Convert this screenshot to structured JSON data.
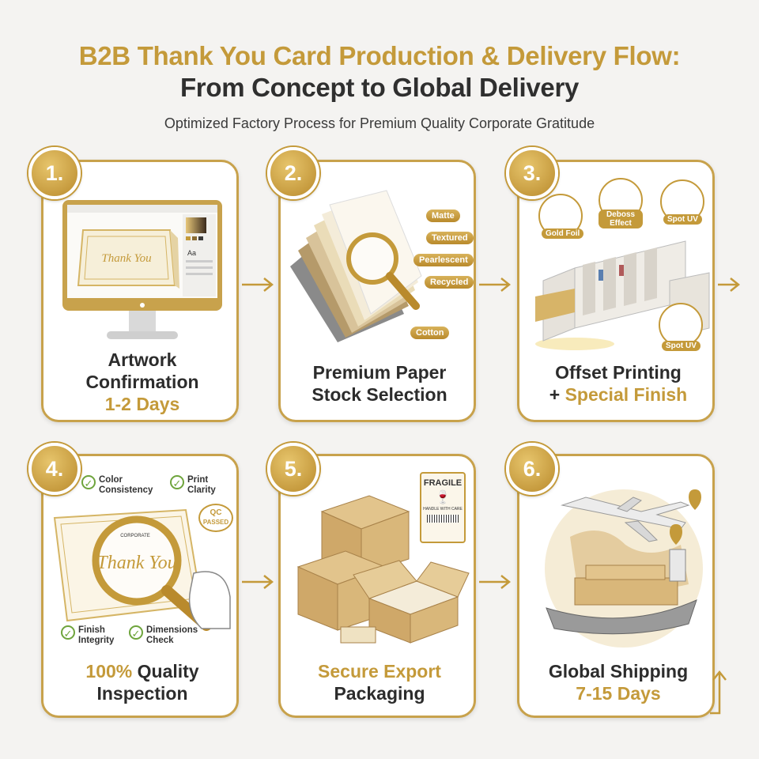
{
  "header": {
    "title_line1": "B2B Thank You Card Production & Delivery Flow:",
    "title_line2": "From Concept to Global Delivery",
    "subtitle": "Optimized Factory Process for Premium Quality Corporate Gratitude"
  },
  "colors": {
    "gold": "#c49a3a",
    "dark": "#2c2c2c",
    "check_green": "#6ea43c"
  },
  "steps": [
    {
      "number": "1.",
      "line1": "Artwork",
      "line2": "Confirmation",
      "line3": "1-2 Days",
      "card_text": "Thank You"
    },
    {
      "number": "2.",
      "line1": "Premium Paper",
      "line2": "Stock Selection",
      "paper_types": [
        "Matte",
        "Textured",
        "Pearlescent",
        "Recycled",
        "Cotton"
      ]
    },
    {
      "number": "3.",
      "line1": "Offset Printing",
      "line2_prefix": "+ ",
      "line2": "Special Finish",
      "finishes": [
        "Gold Foil",
        "Deboss Effect",
        "Spot UV",
        "Spot UV"
      ]
    },
    {
      "number": "4.",
      "line1_gold": "100%",
      "line1": " Quality",
      "line2": "Inspection",
      "checks": [
        "Color Consistency",
        "Print Clarity",
        "Finish Integrity",
        "Dimensions Check"
      ],
      "stamp_line1": "QC",
      "stamp_line2": "PASSED",
      "card_text": "Thank You",
      "card_brand": "CORPORATE"
    },
    {
      "number": "5.",
      "line1": "Secure Export",
      "line2": "Packaging",
      "label_title": "FRAGILE",
      "label_sub": "HANDLE WITH CARE"
    },
    {
      "number": "6.",
      "line1": "Global Shipping",
      "line2": "7-15 Days"
    }
  ]
}
